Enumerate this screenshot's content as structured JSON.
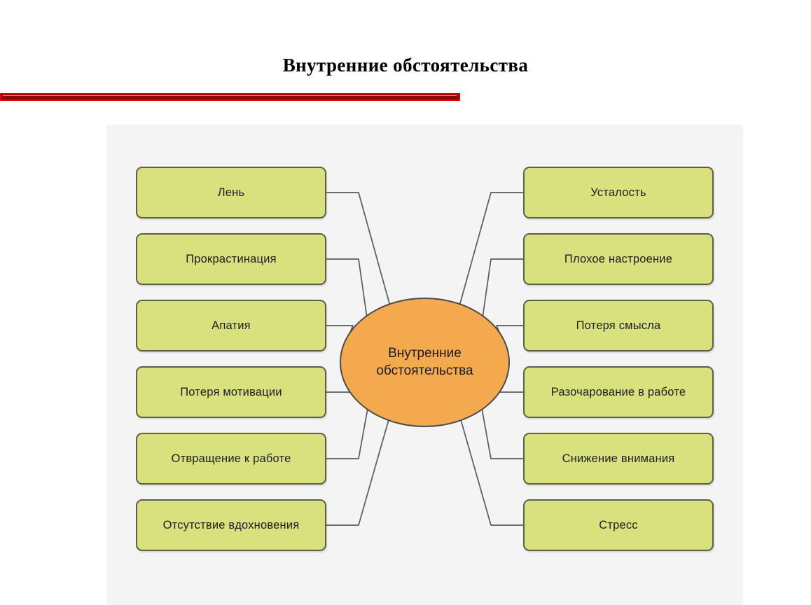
{
  "slide": {
    "title": "Внутренние обстоятельства",
    "accent_color": "#e00000",
    "rule_inner_color": "#8f0404",
    "panel_background": "#f4f4f4"
  },
  "diagram": {
    "type": "mind-map",
    "center": {
      "label": "Внутренние обстоятельства",
      "fill": "#f5a94e",
      "stroke": "#4a4a4a"
    },
    "node_fill": "#d9e07e",
    "node_stroke": "#5e5e4a",
    "connector_color": "#5a5a5a",
    "left_nodes": [
      {
        "label": "Лень"
      },
      {
        "label": "Прокрастинация"
      },
      {
        "label": "Апатия"
      },
      {
        "label": "Потеря мотивации"
      },
      {
        "label": "Отвращение к работе"
      },
      {
        "label": "Отсутствие вдохновения"
      }
    ],
    "right_nodes": [
      {
        "label": "Усталость"
      },
      {
        "label": "Плохое настроение"
      },
      {
        "label": "Потеря смысла"
      },
      {
        "label": "Разочарование в работе"
      },
      {
        "label": "Снижение внимания"
      },
      {
        "label": "Стресс"
      }
    ]
  }
}
